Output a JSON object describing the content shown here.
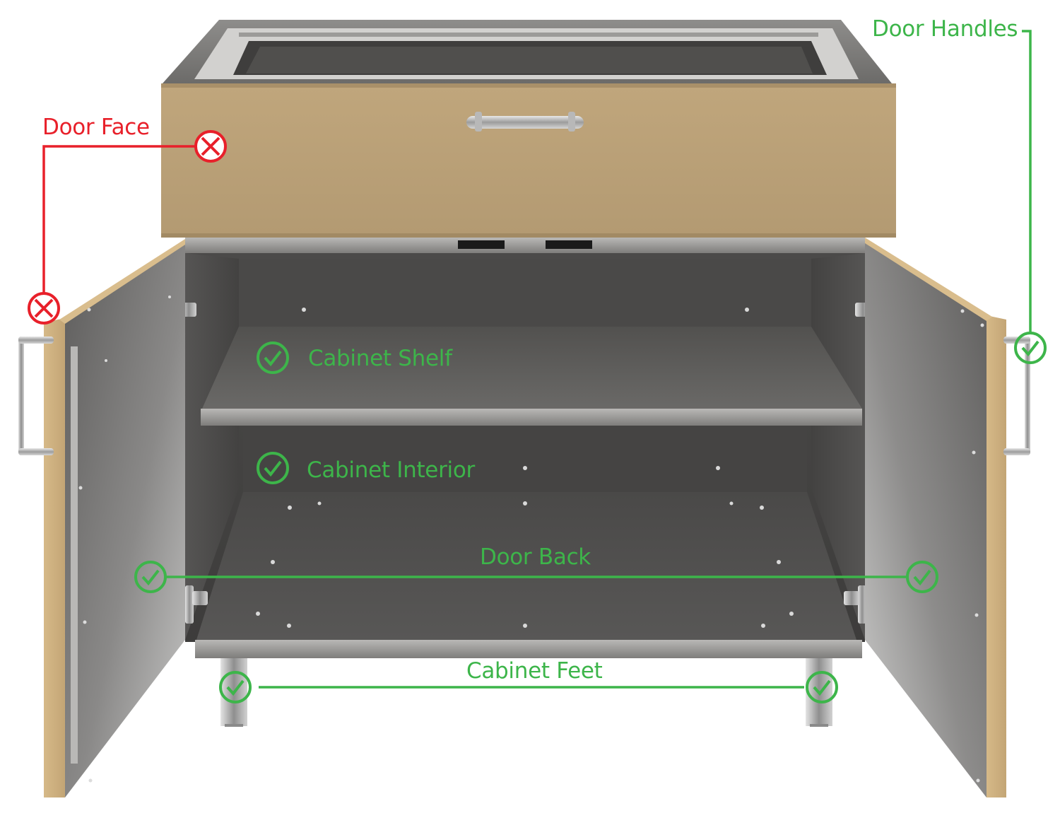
{
  "colors": {
    "ok": "#3db54a",
    "bad": "#e8202a",
    "door_panel": "#c9ac7e",
    "steel": "#9a9a9a"
  },
  "icons": {
    "ok": "check-circle-icon",
    "bad": "x-circle-icon"
  },
  "callouts": {
    "door_face": {
      "label": "Door Face",
      "status": "bad"
    },
    "door_handles": {
      "label": "Door Handles",
      "status": "ok"
    },
    "cabinet_shelf": {
      "label": "Cabinet Shelf",
      "status": "ok"
    },
    "cabinet_interior": {
      "label": "Cabinet Interior",
      "status": "ok"
    },
    "door_back": {
      "label": "Door Back",
      "status": "ok"
    },
    "cabinet_feet": {
      "label": "Cabinet Feet",
      "status": "ok"
    }
  }
}
